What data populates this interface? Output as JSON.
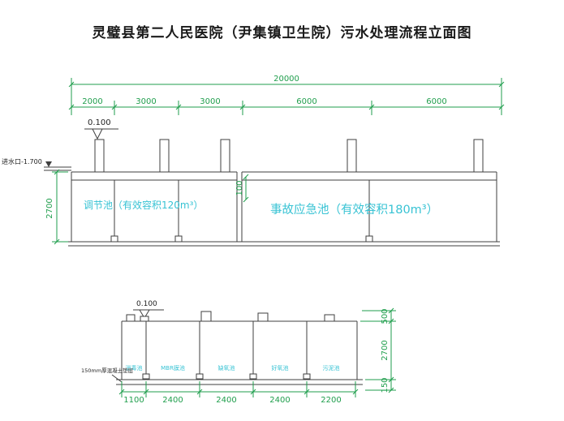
{
  "title": "灵璧县第二人民医院（尹集镇卫生院）污水处理流程立面图",
  "colors": {
    "dimension_green": "#1f9e4c",
    "label_cyan": "#38c3d4",
    "line_dark": "#3f3f3f",
    "background": "#ffffff"
  },
  "upper": {
    "dim_total": "20000",
    "dims": [
      "2000",
      "3000",
      "3000",
      "6000",
      "6000"
    ],
    "elevation": "0.100",
    "inlet_label": "进水口-1.700",
    "dim_height": "2700",
    "dim_gap": "100",
    "tank1_label": "调节池（有效容积120m³）",
    "tank2_label": "事故应急池（有效容积180m³）"
  },
  "lower": {
    "elevation": "0.100",
    "compartments": [
      "消毒池",
      "MBR膜池",
      "缺氧池",
      "好氧池",
      "污泥池"
    ],
    "note": "150mm厚混凝土垫层",
    "dims_bottom": [
      "1100",
      "2400",
      "2400",
      "2400",
      "2200"
    ],
    "dims_right": [
      "500",
      "2700",
      "150"
    ]
  }
}
